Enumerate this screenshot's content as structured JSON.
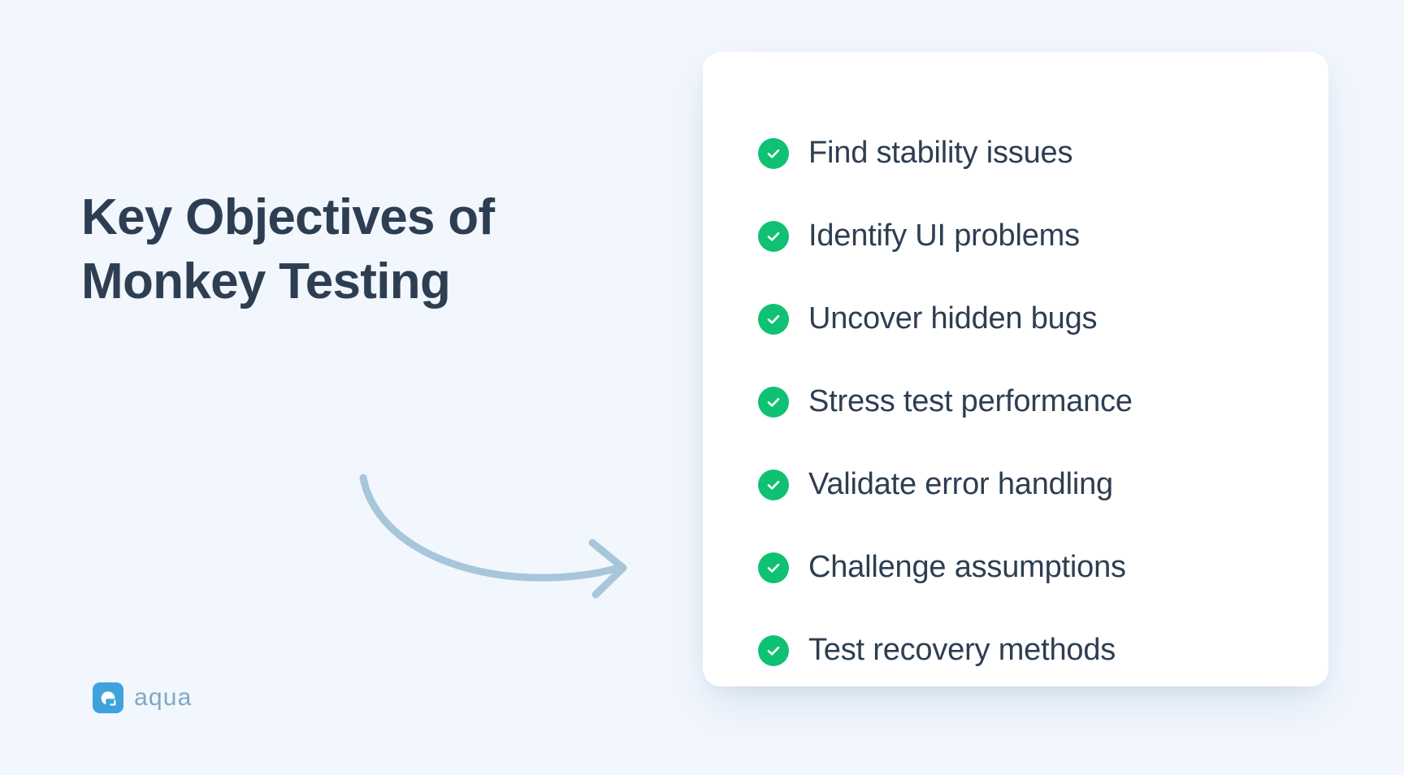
{
  "theme": {
    "background_color": "#f2f6fd",
    "card_background": "#ffffff",
    "heading_color": "#2e3e52",
    "check_circle_color": "#0fc172",
    "arrow_color": "#a7c6da",
    "brand_mark_color": "#3ea3dc",
    "brand_text_color": "#7fa8c4"
  },
  "left": {
    "headline": "Key Objectives of\nMonkey Testing",
    "arrow_icon": "curved-arrow-right-icon",
    "brand": {
      "mark_icon": "aqua-logo-mark-icon",
      "name": "aqua"
    }
  },
  "card": {
    "items": [
      {
        "icon": "check-circle-icon",
        "label": "Find stability issues"
      },
      {
        "icon": "check-circle-icon",
        "label": "Identify UI problems"
      },
      {
        "icon": "check-circle-icon",
        "label": "Uncover hidden bugs"
      },
      {
        "icon": "check-circle-icon",
        "label": "Stress test performance"
      },
      {
        "icon": "check-circle-icon",
        "label": "Validate error handling"
      },
      {
        "icon": "check-circle-icon",
        "label": "Challenge assumptions"
      },
      {
        "icon": "check-circle-icon",
        "label": "Test recovery methods"
      }
    ]
  }
}
